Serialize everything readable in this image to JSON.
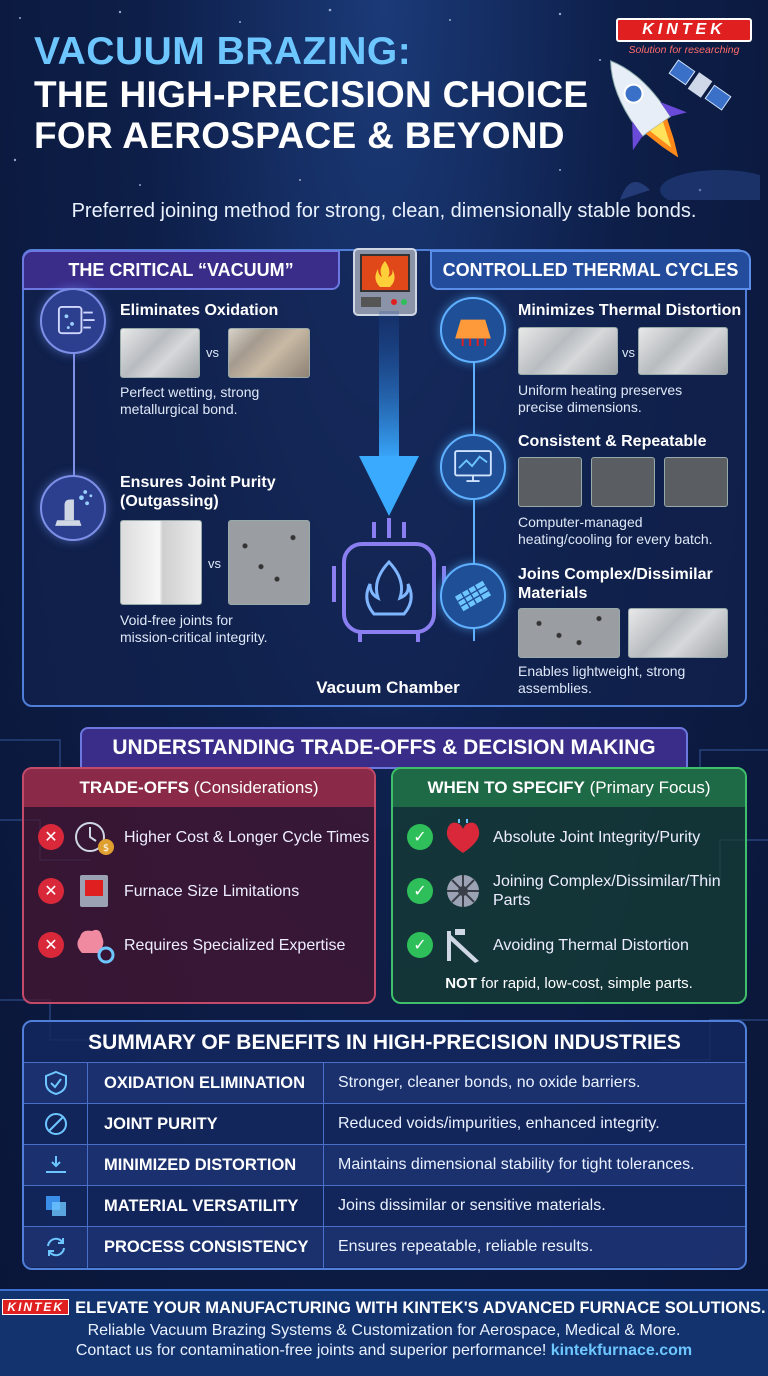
{
  "header": {
    "title_line1": "VACUUM BRAZING:",
    "title_line2": "THE HIGH-PRECISION CHOICE",
    "title_line3": "FOR AEROSPACE & BEYOND",
    "subtitle": "Preferred joining method for strong, clean, dimensionally stable bonds.",
    "logo_text": "KINTEK",
    "logo_tagline": "Solution for researching"
  },
  "vacuum_panel": {
    "title": "THE CRITICAL “VACUUM”",
    "features": [
      {
        "title": "Eliminates Oxidation",
        "desc_line1": "Perfect wetting, strong",
        "desc_line2": "metallurgical bond.",
        "vs": "vs"
      },
      {
        "title_line1": "Ensures Joint Purity",
        "title_line2": "(Outgassing)",
        "desc_line1": "Void-free joints for",
        "desc_line2": "mission-critical integrity.",
        "vs": "vs"
      }
    ]
  },
  "thermal_panel": {
    "title": "CONTROLLED THERMAL CYCLES",
    "features": [
      {
        "title": "Minimizes Thermal Distortion",
        "desc_line1": "Uniform heating preserves",
        "desc_line2": "precise dimensions.",
        "vs": "vs"
      },
      {
        "title": "Consistent & Repeatable",
        "desc_line1": "Computer-managed",
        "desc_line2": "heating/cooling for every batch."
      },
      {
        "title_line1": "Joins Complex/Dissimilar",
        "title_line2": "Materials",
        "desc_line1": "Enables lightweight, strong",
        "desc_line2": "assemblies."
      }
    ]
  },
  "chamber_label": "Vacuum Chamber",
  "tradeoffs_section": {
    "title": "UNDERSTANDING TRADE-OFFS & DECISION MAKING",
    "left": {
      "head_bold": "TRADE-OFFS",
      "head_rest": " (Considerations)",
      "items": [
        "Higher Cost & Longer Cycle Times",
        "Furnace Size Limitations",
        "Requires Specialized Expertise"
      ]
    },
    "right": {
      "head_bold": "WHEN TO SPECIFY",
      "head_rest": " (Primary Focus)",
      "items": [
        {
          "line1": "Absolute Joint Integrity/Purity",
          "line2": ""
        },
        {
          "line1": "Joining Complex/Dissimilar/Thin",
          "line2": "Parts"
        },
        {
          "line1": "Avoiding Thermal Distortion",
          "line2": ""
        }
      ],
      "note_bold": "NOT",
      "note_rest": " for rapid, low-cost, simple parts."
    }
  },
  "summary": {
    "title": "SUMMARY OF BENEFITS IN HIGH-PRECISION INDUSTRIES",
    "rows": [
      {
        "name": "OXIDATION ELIMINATION",
        "desc": "Stronger, cleaner bonds, no oxide barriers.",
        "icon": "shield-check-icon"
      },
      {
        "name": "JOINT PURITY",
        "desc": "Reduced voids/impurities, enhanced integrity.",
        "icon": "no-symbol-icon"
      },
      {
        "name": "MINIMIZED DISTORTION",
        "desc": "Maintains dimensional stability for tight tolerances.",
        "icon": "level-icon"
      },
      {
        "name": "MATERIAL VERSATILITY",
        "desc": "Joins dissimilar or sensitive materials.",
        "icon": "layers-icon"
      },
      {
        "name": "PROCESS CONSISTENCY",
        "desc": "Ensures repeatable, reliable results.",
        "icon": "refresh-icon"
      }
    ]
  },
  "footer": {
    "logo_text": "KINTEK",
    "line1": "ELEVATE YOUR MANUFACTURING WITH KINTEK'S ADVANCED FURNACE SOLUTIONS.",
    "line2": "Reliable Vacuum Brazing Systems & Customization for Aerospace, Medical & More.",
    "line3_text": "Contact us for contamination-free joints and superior performance! ",
    "url": "kintekfurnace.com"
  },
  "colors": {
    "accent_blue": "#6ec6ff",
    "tradeoff_red": "#d8283a",
    "specify_green": "#2fbf5a",
    "brand_red": "#e02020"
  }
}
